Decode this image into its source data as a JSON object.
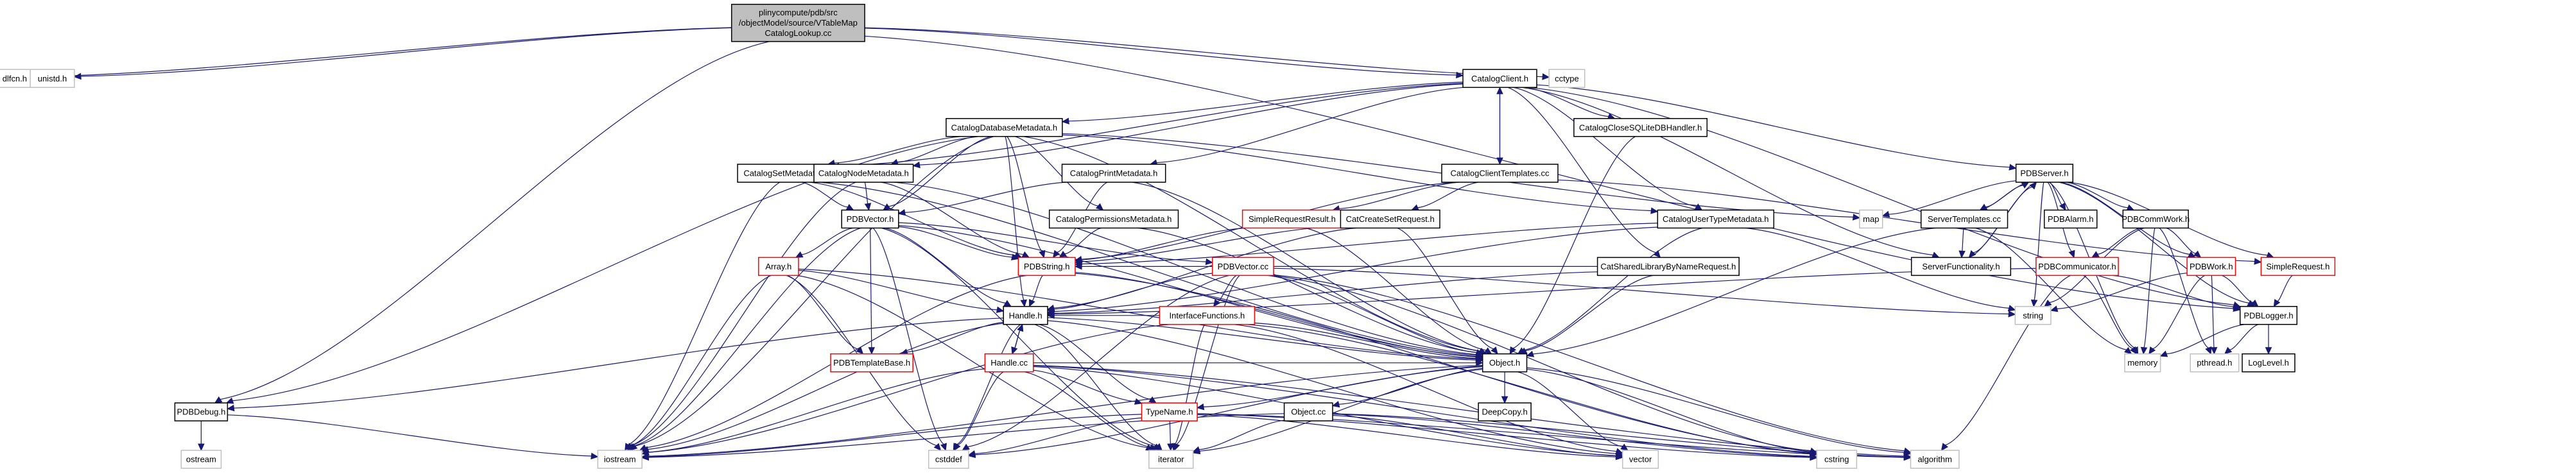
{
  "title": "Include dependency graph for VTableMapCatalogLookup.cc",
  "colors": {
    "edge": "#191970",
    "root_fill": "#bfbfbf",
    "node_border": "#000000",
    "system_border": "#bfbfbf",
    "truncated_border": "#ff0000"
  },
  "nodes": [
    {
      "id": "root",
      "lines": [
        "plinycompute/pdb/src",
        "/objectModel/source/VTableMap",
        "CatalogLookup.cc"
      ],
      "kind": "root"
    },
    {
      "id": "dlfcn",
      "lines": [
        "dlfcn.h"
      ],
      "kind": "system"
    },
    {
      "id": "unistd",
      "lines": [
        "unistd.h"
      ],
      "kind": "system"
    },
    {
      "id": "cctype",
      "lines": [
        "cctype"
      ],
      "kind": "system"
    },
    {
      "id": "CatalogClient",
      "lines": [
        "CatalogClient.h"
      ],
      "kind": "normal"
    },
    {
      "id": "CatalogDatabaseMetadata",
      "lines": [
        "CatalogDatabaseMetadata.h"
      ],
      "kind": "normal"
    },
    {
      "id": "CatalogCloseSQLiteDBHandler",
      "lines": [
        "CatalogCloseSQLiteDBHandler.h"
      ],
      "kind": "normal"
    },
    {
      "id": "CatalogSetMetadata",
      "lines": [
        "CatalogSetMetadata.h"
      ],
      "kind": "normal"
    },
    {
      "id": "CatalogNodeMetadata",
      "lines": [
        "CatalogNodeMetadata.h"
      ],
      "kind": "normal"
    },
    {
      "id": "CatalogPrintMetadata",
      "lines": [
        "CatalogPrintMetadata.h"
      ],
      "kind": "normal"
    },
    {
      "id": "CatalogClientTemplates",
      "lines": [
        "CatalogClientTemplates.cc"
      ],
      "kind": "normal"
    },
    {
      "id": "PDBServer",
      "lines": [
        "PDBServer.h"
      ],
      "kind": "normal"
    },
    {
      "id": "map",
      "lines": [
        "map"
      ],
      "kind": "system"
    },
    {
      "id": "ServerTemplates",
      "lines": [
        "ServerTemplates.cc"
      ],
      "kind": "normal"
    },
    {
      "id": "PDBAlarm",
      "lines": [
        "PDBAlarm.h"
      ],
      "kind": "normal"
    },
    {
      "id": "PDBCommWork",
      "lines": [
        "PDBCommWork.h"
      ],
      "kind": "normal"
    },
    {
      "id": "CatalogPermissionsMetadata",
      "lines": [
        "CatalogPermissionsMetadata.h"
      ],
      "kind": "normal"
    },
    {
      "id": "SimpleRequestResult",
      "lines": [
        "SimpleRequestResult.h"
      ],
      "kind": "truncated"
    },
    {
      "id": "CatCreateSetRequest",
      "lines": [
        "CatCreateSetRequest.h"
      ],
      "kind": "normal"
    },
    {
      "id": "CatalogUserTypeMetadata",
      "lines": [
        "CatalogUserTypeMetadata.h"
      ],
      "kind": "normal"
    },
    {
      "id": "PDBVector",
      "lines": [
        "PDBVector.h"
      ],
      "kind": "normal"
    },
    {
      "id": "ServerFunctionality",
      "lines": [
        "ServerFunctionality.h"
      ],
      "kind": "normal"
    },
    {
      "id": "PDBCommunicator",
      "lines": [
        "PDBCommunicator.h"
      ],
      "kind": "truncated"
    },
    {
      "id": "PDBWork",
      "lines": [
        "PDBWork.h"
      ],
      "kind": "truncated"
    },
    {
      "id": "SimpleRequest",
      "lines": [
        "SimpleRequest.h"
      ],
      "kind": "truncated"
    },
    {
      "id": "Array",
      "lines": [
        "Array.h"
      ],
      "kind": "truncated"
    },
    {
      "id": "PDBString",
      "lines": [
        "PDBString.h"
      ],
      "kind": "truncated"
    },
    {
      "id": "PDBVectorcc",
      "lines": [
        "PDBVector.cc"
      ],
      "kind": "truncated"
    },
    {
      "id": "CatSharedLibraryByNameRequest",
      "lines": [
        "CatSharedLibraryByNameRequest.h"
      ],
      "kind": "normal"
    },
    {
      "id": "string",
      "lines": [
        "string"
      ],
      "kind": "system"
    },
    {
      "id": "PDBLogger",
      "lines": [
        "PDBLogger.h"
      ],
      "kind": "normal"
    },
    {
      "id": "Handle",
      "lines": [
        "Handle.h"
      ],
      "kind": "normal"
    },
    {
      "id": "InterfaceFunctions",
      "lines": [
        "InterfaceFunctions.h"
      ],
      "kind": "truncated"
    },
    {
      "id": "memory",
      "lines": [
        "memory"
      ],
      "kind": "system"
    },
    {
      "id": "pthread",
      "lines": [
        "pthread.h"
      ],
      "kind": "system"
    },
    {
      "id": "LogLevel",
      "lines": [
        "LogLevel.h"
      ],
      "kind": "normal"
    },
    {
      "id": "PDBTemplateBase",
      "lines": [
        "PDBTemplateBase.h"
      ],
      "kind": "truncated"
    },
    {
      "id": "Object",
      "lines": [
        "Object.h"
      ],
      "kind": "normal"
    },
    {
      "id": "Handlecc",
      "lines": [
        "Handle.cc"
      ],
      "kind": "truncated"
    },
    {
      "id": "PDBDebug",
      "lines": [
        "PDBDebug.h"
      ],
      "kind": "normal"
    },
    {
      "id": "TypeName",
      "lines": [
        "TypeName.h"
      ],
      "kind": "truncated"
    },
    {
      "id": "Objectcc",
      "lines": [
        "Object.cc"
      ],
      "kind": "normal"
    },
    {
      "id": "DeepCopy",
      "lines": [
        "DeepCopy.h"
      ],
      "kind": "normal"
    },
    {
      "id": "ostream",
      "lines": [
        "ostream"
      ],
      "kind": "system"
    },
    {
      "id": "iostream",
      "lines": [
        "iostream"
      ],
      "kind": "system"
    },
    {
      "id": "cstddef",
      "lines": [
        "cstddef"
      ],
      "kind": "system"
    },
    {
      "id": "iterator",
      "lines": [
        "iterator"
      ],
      "kind": "system"
    },
    {
      "id": "vector",
      "lines": [
        "vector"
      ],
      "kind": "system"
    },
    {
      "id": "cstring",
      "lines": [
        "cstring"
      ],
      "kind": "system"
    },
    {
      "id": "algorithm",
      "lines": [
        "algorithm"
      ],
      "kind": "system"
    }
  ],
  "edges": [
    [
      "root",
      "dlfcn"
    ],
    [
      "root",
      "unistd"
    ],
    [
      "root",
      "cctype"
    ],
    [
      "root",
      "CatalogClient"
    ],
    [
      "root",
      "PDBDebug"
    ],
    [
      "root",
      "PDBLogger"
    ],
    [
      "CatalogClient",
      "CatalogDatabaseMetadata"
    ],
    [
      "CatalogClient",
      "CatalogCloseSQLiteDBHandler"
    ],
    [
      "CatalogClient",
      "CatalogSetMetadata"
    ],
    [
      "CatalogClient",
      "CatalogNodeMetadata"
    ],
    [
      "CatalogClient",
      "CatalogPrintMetadata"
    ],
    [
      "CatalogClient",
      "CatalogClientTemplates"
    ],
    [
      "CatalogClient",
      "PDBServer"
    ],
    [
      "CatalogClient",
      "CatSharedLibraryByNameRequest"
    ],
    [
      "CatalogClient",
      "ServerFunctionality"
    ],
    [
      "CatalogClient",
      "PDBLogger"
    ],
    [
      "CatalogClient",
      "CatalogUserTypeMetadata"
    ],
    [
      "CatalogClientTemplates",
      "CatalogClient"
    ],
    [
      "CatalogClientTemplates",
      "SimpleRequestResult"
    ],
    [
      "CatalogClientTemplates",
      "CatCreateSetRequest"
    ],
    [
      "CatalogClientTemplates",
      "SimpleRequest"
    ],
    [
      "CatalogClientTemplates",
      "PDBString"
    ],
    [
      "CatalogDatabaseMetadata",
      "CatalogSetMetadata"
    ],
    [
      "CatalogDatabaseMetadata",
      "CatalogNodeMetadata"
    ],
    [
      "CatalogDatabaseMetadata",
      "PDBVector"
    ],
    [
      "CatalogDatabaseMetadata",
      "CatalogPermissionsMetadata"
    ],
    [
      "CatalogDatabaseMetadata",
      "PDBString"
    ],
    [
      "CatalogDatabaseMetadata",
      "Object"
    ],
    [
      "CatalogDatabaseMetadata",
      "Handle"
    ],
    [
      "CatalogDatabaseMetadata",
      "PDBDebug"
    ],
    [
      "CatalogDatabaseMetadata",
      "iostream"
    ],
    [
      "CatalogDatabaseMetadata",
      "CatalogUserTypeMetadata"
    ],
    [
      "CatalogDatabaseMetadata",
      "map"
    ],
    [
      "CatalogSetMetadata",
      "PDBVector"
    ],
    [
      "CatalogSetMetadata",
      "PDBString"
    ],
    [
      "CatalogSetMetadata",
      "Object"
    ],
    [
      "CatalogSetMetadata",
      "iostream"
    ],
    [
      "CatalogNodeMetadata",
      "PDBVector"
    ],
    [
      "CatalogNodeMetadata",
      "PDBString"
    ],
    [
      "CatalogNodeMetadata",
      "Object"
    ],
    [
      "CatalogNodeMetadata",
      "iostream"
    ],
    [
      "CatalogPrintMetadata",
      "PDBVector"
    ],
    [
      "CatalogPrintMetadata",
      "PDBString"
    ],
    [
      "CatalogPrintMetadata",
      "Object"
    ],
    [
      "CatalogPermissionsMetadata",
      "PDBString"
    ],
    [
      "CatalogPermissionsMetadata",
      "Object"
    ],
    [
      "CatalogUserTypeMetadata",
      "PDBString"
    ],
    [
      "CatalogUserTypeMetadata",
      "Object"
    ],
    [
      "CatalogUserTypeMetadata",
      "Handle"
    ],
    [
      "CatalogUserTypeMetadata",
      "string"
    ],
    [
      "CatSharedLibraryByNameRequest",
      "Handle"
    ],
    [
      "CatSharedLibraryByNameRequest",
      "Object"
    ],
    [
      "CatSharedLibraryByNameRequest",
      "PDBString"
    ],
    [
      "CatCreateSetRequest",
      "Object"
    ],
    [
      "CatCreateSetRequest",
      "Handle"
    ],
    [
      "CatCreateSetRequest",
      "PDBString"
    ],
    [
      "SimpleRequestResult",
      "Object"
    ],
    [
      "SimpleRequestResult",
      "PDBString"
    ],
    [
      "CatalogCloseSQLiteDBHandler",
      "Object"
    ],
    [
      "PDBServer",
      "map"
    ],
    [
      "PDBServer",
      "ServerTemplates"
    ],
    [
      "PDBServer",
      "PDBAlarm"
    ],
    [
      "PDBServer",
      "PDBCommWork"
    ],
    [
      "PDBServer",
      "PDBCommunicator"
    ],
    [
      "PDBServer",
      "PDBWork"
    ],
    [
      "PDBServer",
      "SimpleRequest"
    ],
    [
      "PDBServer",
      "string"
    ],
    [
      "PDBServer",
      "PDBLogger"
    ],
    [
      "PDBServer",
      "memory"
    ],
    [
      "PDBServer",
      "ServerFunctionality"
    ],
    [
      "ServerTemplates",
      "PDBServer"
    ],
    [
      "ServerTemplates",
      "ServerFunctionality"
    ],
    [
      "ServerTemplates",
      "Object"
    ],
    [
      "ServerTemplates",
      "memory"
    ],
    [
      "ServerFunctionality",
      "PDBServer"
    ],
    [
      "PDBCommWork",
      "PDBCommunicator"
    ],
    [
      "PDBCommWork",
      "PDBWork"
    ],
    [
      "PDBCommWork",
      "string"
    ],
    [
      "PDBCommWork",
      "memory"
    ],
    [
      "PDBCommWork",
      "pthread"
    ],
    [
      "PDBCommunicator",
      "PDBLogger"
    ],
    [
      "PDBCommunicator",
      "memory"
    ],
    [
      "PDBCommunicator",
      "Handle"
    ],
    [
      "PDBCommunicator",
      "algorithm"
    ],
    [
      "PDBWork",
      "PDBLogger"
    ],
    [
      "PDBWork",
      "memory"
    ],
    [
      "PDBWork",
      "pthread"
    ],
    [
      "PDBWork",
      "string"
    ],
    [
      "SimpleRequest",
      "PDBLogger"
    ],
    [
      "PDBLogger",
      "memory"
    ],
    [
      "PDBLogger",
      "pthread"
    ],
    [
      "PDBLogger",
      "LogLevel"
    ],
    [
      "PDBVector",
      "Array"
    ],
    [
      "PDBVector",
      "PDBVectorcc"
    ],
    [
      "PDBVector",
      "Handle"
    ],
    [
      "PDBVector",
      "PDBString"
    ],
    [
      "PDBVector",
      "Object"
    ],
    [
      "PDBVector",
      "iterator"
    ],
    [
      "PDBVector",
      "iostream"
    ],
    [
      "PDBVector",
      "PDBTemplateBase"
    ],
    [
      "PDBVector",
      "cstddef"
    ],
    [
      "Array",
      "Handle"
    ],
    [
      "Array",
      "PDBTemplateBase"
    ],
    [
      "Array",
      "Object"
    ],
    [
      "Array",
      "iterator"
    ],
    [
      "Array",
      "cstddef"
    ],
    [
      "Array",
      "iostream"
    ],
    [
      "PDBString",
      "Handle"
    ],
    [
      "PDBString",
      "Object"
    ],
    [
      "PDBString",
      "iostream"
    ],
    [
      "PDBString",
      "cstring"
    ],
    [
      "PDBVectorcc",
      "InterfaceFunctions"
    ],
    [
      "PDBVectorcc",
      "Handle"
    ],
    [
      "PDBVectorcc",
      "Object"
    ],
    [
      "PDBVectorcc",
      "iterator"
    ],
    [
      "PDBVectorcc",
      "cstddef"
    ],
    [
      "PDBVectorcc",
      "cstring"
    ],
    [
      "PDBVectorcc",
      "algorithm"
    ],
    [
      "PDBVectorcc",
      "string"
    ],
    [
      "InterfaceFunctions",
      "Object"
    ],
    [
      "InterfaceFunctions",
      "Handle"
    ],
    [
      "InterfaceFunctions",
      "iterator"
    ],
    [
      "InterfaceFunctions",
      "vector"
    ],
    [
      "InterfaceFunctions",
      "cstring"
    ],
    [
      "InterfaceFunctions",
      "iostream"
    ],
    [
      "Handle",
      "Handlecc"
    ],
    [
      "Handle",
      "Object"
    ],
    [
      "Handle",
      "PDBTemplateBase"
    ],
    [
      "Handle",
      "iostream"
    ],
    [
      "Handle",
      "cstddef"
    ],
    [
      "Handle",
      "iterator"
    ],
    [
      "Handle",
      "vector"
    ],
    [
      "Handle",
      "TypeName"
    ],
    [
      "Handle",
      "PDBDebug"
    ],
    [
      "Handlecc",
      "Handle"
    ],
    [
      "Handlecc",
      "Object"
    ],
    [
      "Handlecc",
      "iostream"
    ],
    [
      "Handlecc",
      "cstddef"
    ],
    [
      "Handlecc",
      "iterator"
    ],
    [
      "Handlecc",
      "vector"
    ],
    [
      "Handlecc",
      "cstring"
    ],
    [
      "Handlecc",
      "TypeName"
    ],
    [
      "Handlecc",
      "algorithm"
    ],
    [
      "Object",
      "Objectcc"
    ],
    [
      "Object",
      "DeepCopy"
    ],
    [
      "Object",
      "TypeName"
    ],
    [
      "Object",
      "vector"
    ],
    [
      "Object",
      "cstring"
    ],
    [
      "Object",
      "algorithm"
    ],
    [
      "Object",
      "iostream"
    ],
    [
      "Object",
      "cstddef"
    ],
    [
      "Object",
      "iterator"
    ],
    [
      "Objectcc",
      "vector"
    ],
    [
      "Objectcc",
      "cstring"
    ],
    [
      "Objectcc",
      "iterator"
    ],
    [
      "Objectcc",
      "algorithm"
    ],
    [
      "Objectcc",
      "iostream"
    ],
    [
      "TypeName",
      "iterator"
    ],
    [
      "TypeName",
      "vector"
    ],
    [
      "TypeName",
      "cstring"
    ],
    [
      "TypeName",
      "iostream"
    ],
    [
      "TypeName",
      "algorithm"
    ],
    [
      "TypeName",
      "cstddef"
    ],
    [
      "PDBDebug",
      "ostream"
    ],
    [
      "PDBDebug",
      "iostream"
    ]
  ]
}
